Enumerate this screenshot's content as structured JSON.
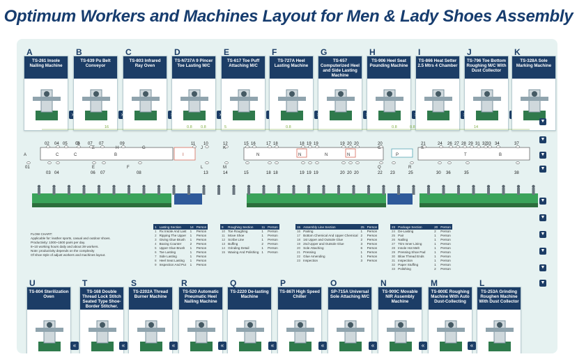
{
  "title": "Optimum Workers and Machines Layout for Men & Lady Shoes Assembly",
  "top_machines": [
    {
      "letter": "A",
      "name": "TS-261 Insole Nailing Machine"
    },
    {
      "letter": "B",
      "name": "TS-639 Pu Belt Conveyor"
    },
    {
      "letter": "C",
      "name": "TS-803 Infrared Ray Oven"
    },
    {
      "letter": "D",
      "name": "TS-N737A 9 Pincer Toe Lasting M/C"
    },
    {
      "letter": "E",
      "name": "TS-617 Toe Puff Attaching M/C"
    },
    {
      "letter": "F",
      "name": "TS-727A Heel Lasting Machine"
    },
    {
      "letter": "G",
      "name": "TS-657 Computerized Heel and Side Lasting Machine"
    },
    {
      "letter": "H",
      "name": "TS-906 Heel Seat Pounding Machine"
    },
    {
      "letter": "I",
      "name": "TS-866 Heat Setter 2.5 Mtrs 4 Chamber"
    },
    {
      "letter": "J",
      "name": "TS-796 Toe Bottom Roughing M/C With Dust Collector"
    },
    {
      "letter": "K",
      "name": "TS-328A Sole Marking Machine"
    }
  ],
  "bottom_machines": [
    {
      "letter": "U",
      "name": "TS-804 Sterilization Oven"
    },
    {
      "letter": "T",
      "name": "TS-168 Double Thread Lock Stitch Seated Type Shoe-Border Stitcher."
    },
    {
      "letter": "S",
      "name": "TS-2202A Thread Burner Machine"
    },
    {
      "letter": "R",
      "name": "TS-520 Automatic Pneumatic Heel Nailing Machine"
    },
    {
      "letter": "Q",
      "name": "TS-2220 De-lasting Machine"
    },
    {
      "letter": "P",
      "name": "TS-867I High Speed Chiller"
    },
    {
      "letter": "O",
      "name": "SP-715A Universal Sole Attaching M/C"
    },
    {
      "letter": "N",
      "name": "TS-909C Movable NIR Assembly Machine"
    },
    {
      "letter": "M",
      "name": "TS-800E Roughing Machine With Auto Dust-Collecting"
    },
    {
      "letter": "L",
      "name": "TS-253A Grinding Roughen Machine With Dust Collector"
    }
  ],
  "layout": {
    "section_lengths": [
      "16",
      "0.8",
      "0.8",
      "5",
      "0.8",
      "0.8",
      "0.8",
      "14"
    ],
    "top_numbers": [
      "02",
      "04",
      "05",
      "06",
      "07",
      "07",
      "09",
      "11",
      "10",
      "12",
      "15",
      "16",
      "17",
      "18",
      "18",
      "19",
      "19",
      "19",
      "20",
      "20",
      "20",
      "21",
      "24",
      "26",
      "27",
      "28",
      "29",
      "31",
      "32",
      "33",
      "34",
      "37"
    ],
    "bottom_numbers": [
      "01",
      "03",
      "04",
      "06",
      "07",
      "08",
      "13",
      "14",
      "15",
      "18",
      "18",
      "19",
      "19",
      "19",
      "20",
      "20",
      "20",
      "22",
      "23",
      "25",
      "30",
      "36",
      "35",
      "38"
    ],
    "labels": [
      "A",
      "C",
      "C",
      "B",
      "D",
      "E",
      "H",
      "G",
      "E",
      "F",
      "I",
      "J",
      "L",
      "K",
      "M",
      "N",
      "N",
      "N",
      "N",
      "O",
      "P",
      "Q",
      "R",
      "S",
      "T",
      "B",
      "U"
    ]
  },
  "flow_chart": {
    "heading": "FLOW CHART:",
    "lines": [
      "Applicable for: leather sports, casual and outdoor shoes.",
      "Productivity: 1000~1500 pairs per day.",
      "8~10 working hours daily and about 39 workers.",
      "Note: productivity depends on the complexity",
      "Of shoe style of adjust workers and machines layout."
    ]
  },
  "tables": [
    {
      "head_no": "1",
      "head_name": "Lasting Section",
      "head_count": "14",
      "head_unit": "Person",
      "rows": [
        [
          "1",
          "Fix Insole And Last",
          "1",
          "Person"
        ],
        [
          "2",
          "Ripping The Upper",
          "1",
          "Person"
        ],
        [
          "3",
          "Giving Glue Brush",
          "1",
          "Person"
        ],
        [
          "4",
          "Boxing Counter",
          "2",
          "Person"
        ],
        [
          "5",
          "Upper Glue Brush",
          "1",
          "Person"
        ],
        [
          "6",
          "Toe Lasting",
          "1",
          "Person"
        ],
        [
          "7",
          "Side Lasting",
          "1",
          "Person"
        ],
        [
          "8",
          "Heel Seat Lasting",
          "1",
          "Person"
        ],
        [
          "9",
          "Inspection And Put",
          "1",
          "Person"
        ]
      ]
    },
    {
      "head_no": "9",
      "head_name": "Roughing Section",
      "head_count": "11",
      "head_unit": "Person",
      "rows": [
        [
          "10",
          "Toe Roughing",
          "1",
          "Person"
        ],
        [
          "11",
          "Move Shoe",
          "1",
          "Person"
        ],
        [
          "12",
          "Scribe Line",
          "1",
          "Person"
        ],
        [
          "13",
          "Buffing",
          "2",
          "Person"
        ],
        [
          "14",
          "Grinding Detail",
          "1",
          "Person"
        ],
        [
          "15",
          "Waxing And Polishing",
          "1",
          "Person"
        ]
      ]
    },
    {
      "head_no": "15",
      "head_name": "Assembly Line Section",
      "head_count": "25",
      "head_unit": "Person",
      "rows": [
        [
          "16",
          "Pairing",
          "1",
          "Person"
        ],
        [
          "17",
          "Bottom Chemical And Upper Chemical",
          "2",
          "Person"
        ],
        [
          "18",
          "1st Upper and Outsole Glue",
          "2",
          "Person"
        ],
        [
          "19",
          "2nd Upper and Outsole Glue",
          "3",
          "Person"
        ],
        [
          "20",
          "Sole Attaching",
          "6",
          "Person"
        ],
        [
          "21",
          "Pressing",
          "1",
          "Person"
        ],
        [
          "22",
          "Glue Amending",
          "1",
          "Person"
        ],
        [
          "23",
          "Inspection",
          "3",
          "Person"
        ]
      ]
    },
    {
      "head_no": "23",
      "head_name": "Package Section",
      "head_count": "20",
      "head_unit": "Person",
      "rows": [
        [
          "24",
          "De-Lasting",
          "2",
          "Person"
        ],
        [
          "25",
          "Pair",
          "1",
          "Person"
        ],
        [
          "26",
          "Nailing",
          "1",
          "Person"
        ],
        [
          "27",
          "Trim Inner Lining",
          "1",
          "Person"
        ],
        [
          "28",
          "Insole Hot Melt",
          "1",
          "Person"
        ],
        [
          "29",
          "Pressing Shoe Pad",
          "1",
          "Person"
        ],
        [
          "30",
          "Blow Thread Ends",
          "1",
          "Person"
        ],
        [
          "31",
          "Inspection",
          "1",
          "Person"
        ],
        [
          "32",
          "Paper Stuffing",
          "1",
          "Person"
        ],
        [
          "33",
          "Polishing",
          "2",
          "Person"
        ]
      ]
    }
  ],
  "colors": {
    "navy": "#1c3d66",
    "title": "#163c6e",
    "panel": "#e6f2f1",
    "conveyor": "#3aa35a",
    "green_label": "#7cab3c"
  }
}
